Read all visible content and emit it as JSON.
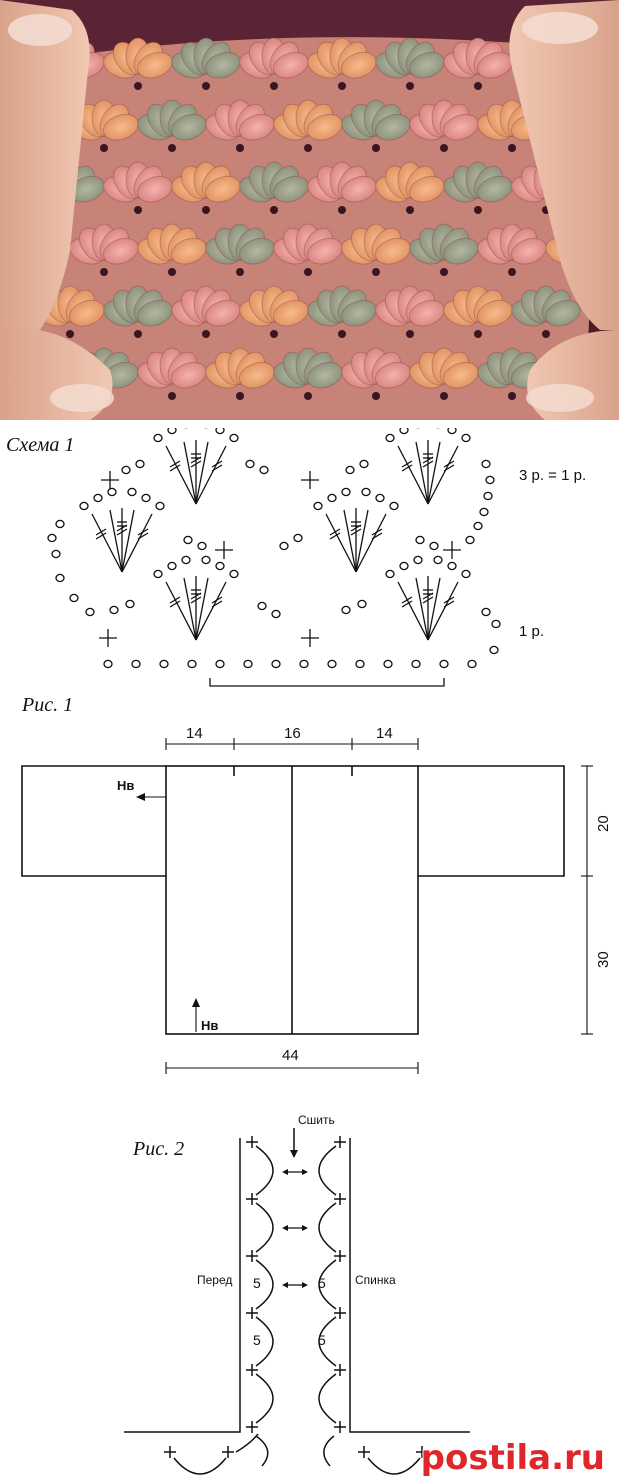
{
  "photo": {
    "subject": "crochet-swatch-photo",
    "colors": {
      "background": "#4a1c2a",
      "pink": "#e89a9a",
      "peach": "#f0a774",
      "grey": "#9aa08a",
      "skin": "#e8b8a0"
    }
  },
  "scheme": {
    "title": "Схема 1",
    "row_repeat_note": "3 р. = 1 р.",
    "row1_note": "1 р."
  },
  "fig1": {
    "title": "Рис. 1",
    "dim_left": "14",
    "dim_middle": "16",
    "dim_right": "14",
    "dim_bottom": "44",
    "dim_sleeve_height": "20",
    "dim_body_height": "30",
    "direction_label_sleeve": "Нв",
    "direction_label_body": "Нв"
  },
  "fig2": {
    "title": "Рис. 2",
    "sew_label": "Сшить",
    "front_label": "Перед",
    "back_label": "Спинка",
    "gap_labels": [
      "5",
      "5",
      "5",
      "5"
    ]
  },
  "watermark": {
    "text": "postila.ru",
    "color": "#e0262b"
  }
}
